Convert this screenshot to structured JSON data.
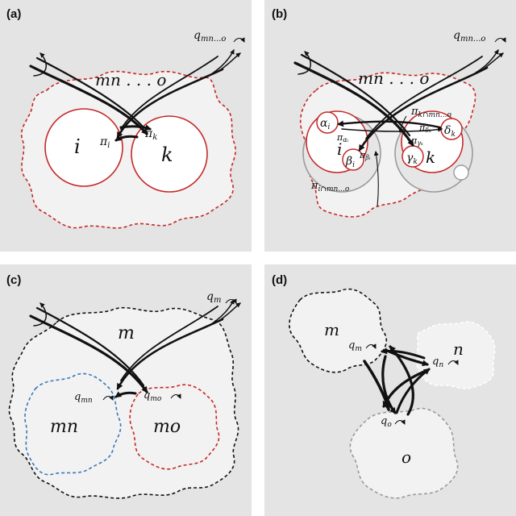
{
  "panels": {
    "a": {
      "label": "(a)",
      "outer": "mn . . . o",
      "q": "q",
      "q_sub": "mn...o",
      "node_i": "i",
      "node_k": "k",
      "pi_i": "π",
      "pi_i_sub": "i",
      "pi_k": "π",
      "pi_k_sub": "k"
    },
    "b": {
      "label": "(b)",
      "outer": "mn . . . o",
      "q": "q",
      "q_sub": "mn...o",
      "node_i": "i",
      "node_k": "k",
      "alpha": "α",
      "alpha_sub": "i",
      "beta": "β",
      "beta_sub": "i",
      "gamma": "γ",
      "gamma_sub": "k",
      "delta": "δ",
      "delta_sub": "k",
      "pi_alpha": "π",
      "pi_alpha_sub": "αᵢ",
      "pi_beta": "π",
      "pi_beta_sub": "βᵢ",
      "pi_gamma": "π",
      "pi_gamma_sub": "γₖ",
      "pi_delta": "π",
      "pi_delta_sub": "δₖ",
      "pi_k_cap": "π",
      "pi_k_cap_sub": "k∩mn...o",
      "pi_i_cap": "π",
      "pi_i_cap_sub": "i∩mn...o"
    },
    "c": {
      "label": "(c)",
      "outer": "m",
      "q": "q",
      "q_sub": "m",
      "left": "mn",
      "right": "mo",
      "q_left": "q",
      "q_left_sub": "mn",
      "q_right": "q",
      "q_right_sub": "mo"
    },
    "d": {
      "label": "(d)",
      "m": "m",
      "n": "n",
      "o": "o",
      "q_m": "q",
      "q_m_sub": "m",
      "q_n": "q",
      "q_n_sub": "n",
      "q_o": "q",
      "q_o_sub": "o"
    }
  },
  "colors": {
    "panel_bg": "#e4e4e4",
    "region_fill": "#f2f2f2",
    "red": "#c62828",
    "black": "#111111",
    "blue": "#3a78b5",
    "gray": "#9a9a9a"
  }
}
